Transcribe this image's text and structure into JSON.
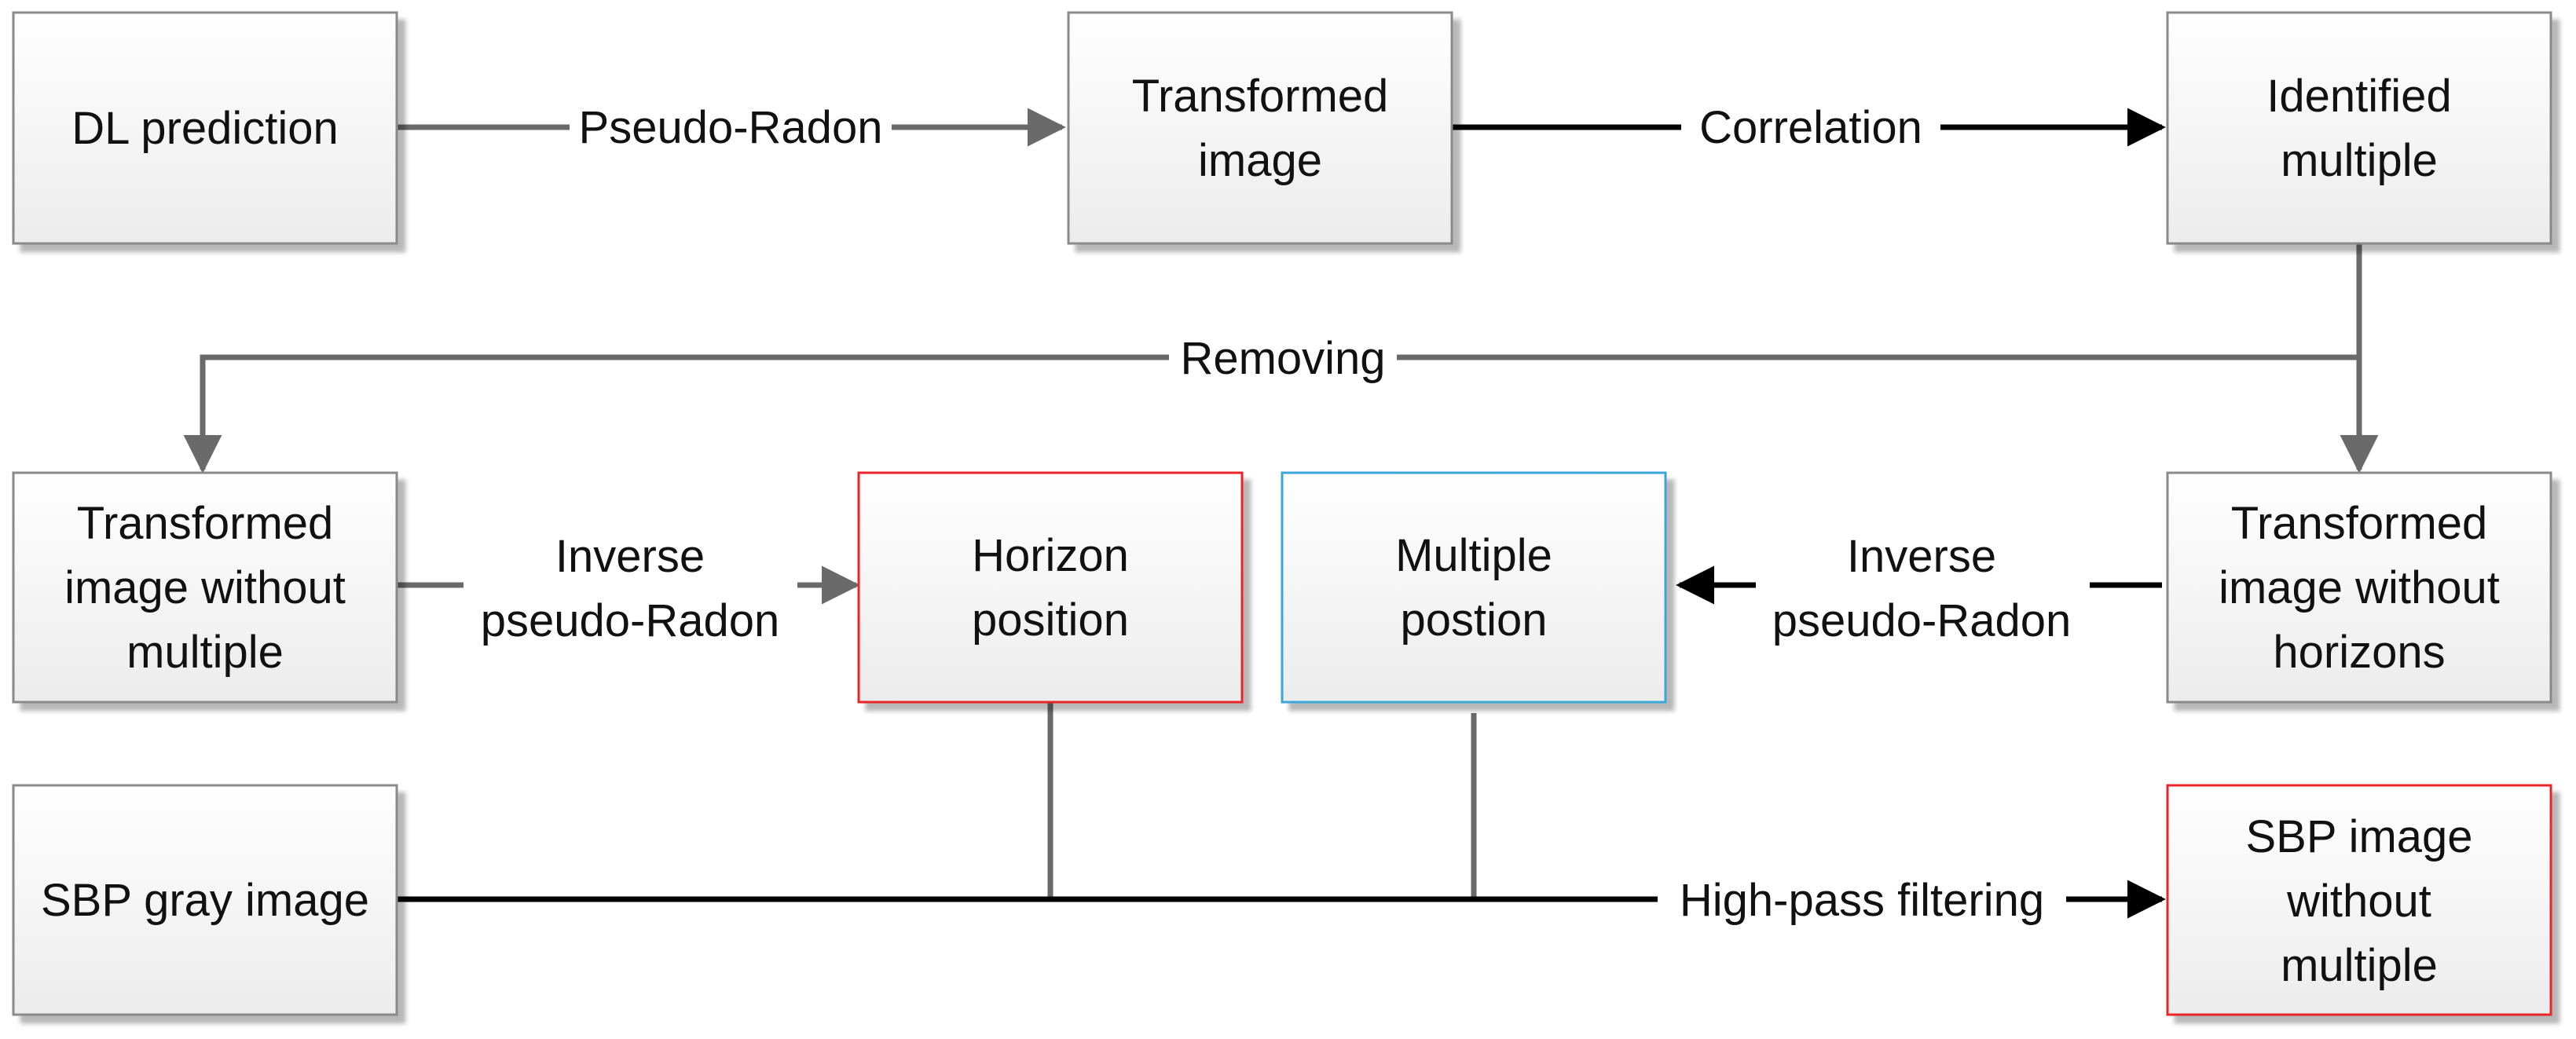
{
  "nodes": {
    "dl_prediction": {
      "lines": [
        "DL prediction"
      ]
    },
    "transformed_image": {
      "lines": [
        "Transformed",
        "image"
      ]
    },
    "identified_multiple": {
      "lines": [
        "Identified",
        "multiple"
      ]
    },
    "transformed_without_multiple": {
      "lines": [
        "Transformed",
        "image without",
        "multiple"
      ]
    },
    "horizon_position": {
      "lines": [
        "Horizon",
        "position"
      ]
    },
    "multiple_position": {
      "lines": [
        "Multiple",
        "postion"
      ]
    },
    "transformed_without_horizons": {
      "lines": [
        "Transformed",
        "image without",
        "horizons"
      ]
    },
    "sbp_gray_image": {
      "lines": [
        "SBP gray image"
      ]
    },
    "sbp_without_multiple": {
      "lines": [
        "SBP image",
        "without",
        "multiple"
      ]
    }
  },
  "edges": {
    "pseudo_radon": {
      "lines": [
        "Pseudo-Radon"
      ]
    },
    "correlation": {
      "lines": [
        "Correlation"
      ]
    },
    "removing": {
      "lines": [
        "Removing"
      ]
    },
    "inverse_left": {
      "lines": [
        "Inverse",
        "pseudo-Radon"
      ]
    },
    "inverse_right": {
      "lines": [
        "Inverse",
        "pseudo-Radon"
      ]
    },
    "high_pass": {
      "lines": [
        "High-pass filtering"
      ]
    }
  }
}
